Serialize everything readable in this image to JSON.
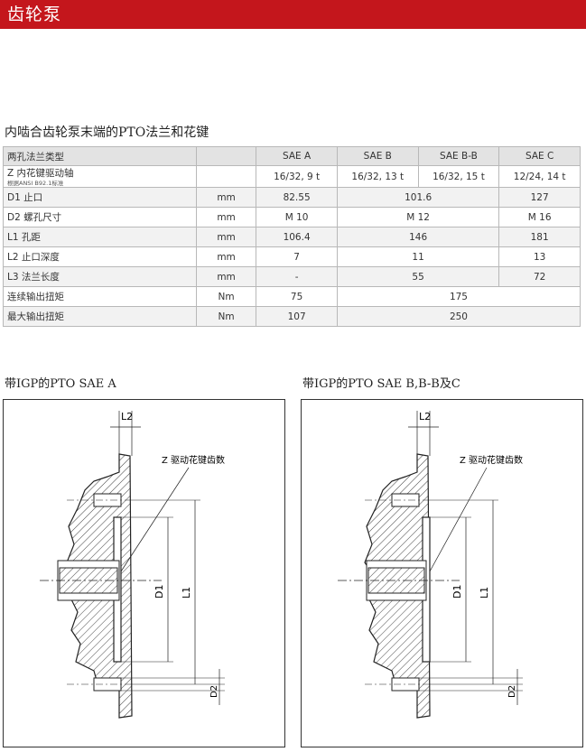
{
  "header": {
    "title": "齿轮泵"
  },
  "section_title": "内啮合齿轮泵末端的PTO法兰和花键",
  "table": {
    "header": [
      "两孔法兰类型",
      "",
      "SAE A",
      "SAE B",
      "SAE B-B",
      "SAE C"
    ],
    "row_z": {
      "label": "Z 内花键驱动轴",
      "sub": "根据ANSI B92.1标准",
      "a": "16/32, 9 t",
      "b": "16/32, 13 t",
      "bb": "16/32, 15 t",
      "c": "12/24, 14 t"
    },
    "row_d1": {
      "label": "D1 止口",
      "unit": "mm",
      "a": "82.55",
      "bbb": "101.6",
      "c": "127"
    },
    "row_d2": {
      "label": "D2 螺孔尺寸",
      "unit": "mm",
      "a": "M 10",
      "bbb": "M 12",
      "c": "M 16"
    },
    "row_l1": {
      "label": "L1  孔距",
      "unit": "mm",
      "a": "106.4",
      "bbb": "146",
      "c": "181"
    },
    "row_l2": {
      "label": "L2  止口深度",
      "unit": "mm",
      "a": "7",
      "bbb": "11",
      "c": "13"
    },
    "row_l3": {
      "label": "L3  法兰长度",
      "unit": "mm",
      "a": "-",
      "bbb": "55",
      "c": "72"
    },
    "row_cont": {
      "label": "连续输出扭矩",
      "unit": "Nm",
      "a": "75",
      "rest": "175"
    },
    "row_max": {
      "label": "最大输出扭矩",
      "unit": "Nm",
      "a": "107",
      "rest": "250"
    }
  },
  "figures": [
    {
      "title": "带IGP的PTO SAE A",
      "spline_label": "Z 驱动花键齿数",
      "l2": "L2",
      "d1": "D1",
      "l1": "L1",
      "d2": "D2"
    },
    {
      "title": "带IGP的PTO SAE B,B-B及C",
      "spline_label": "Z 驱动花键齿数",
      "l2": "L2",
      "d1": "D1",
      "l1": "L1",
      "d2": "D2"
    }
  ]
}
